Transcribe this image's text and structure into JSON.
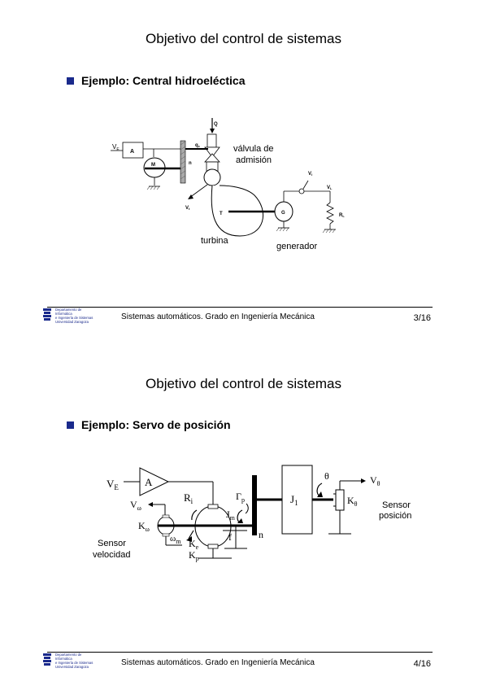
{
  "slides": [
    {
      "title": "Objetivo del control de sistemas",
      "bullet": "Ejemplo: Central hidroeléctica",
      "diagram": {
        "labels": {
          "ve": "V",
          "ve_sub": "E",
          "a": "A",
          "m": "M",
          "n": "n",
          "q": "Q",
          "qc": "q",
          "qc_sub": "c",
          "valve": "válvula de",
          "valve2": "admisión",
          "vt": "V",
          "vt_sub": "t",
          "t": "T",
          "g": "G",
          "vl": "V",
          "vl_sub": "L",
          "vi": "V",
          "vi_sub": "I",
          "rl": "R",
          "rl_sub": "L",
          "turbine": "turbina",
          "generator": "generador"
        }
      },
      "footer": "Sistemas automáticos. Grado en Ingeniería Mecánica",
      "page": "3/16"
    },
    {
      "title": "Objetivo del control de sistemas",
      "bullet": "Ejemplo: Servo de posición",
      "diagram": {
        "labels": {
          "ve": "V",
          "ve_sub": "E",
          "a": "A",
          "ri": "R",
          "ri_sub": "i",
          "vw": "V",
          "vw_sub": "ω",
          "kw": "K",
          "kw_sub": "ω",
          "wm": "ω",
          "wm_sub": "m",
          "ke": "K",
          "ke_sub": "e",
          "kp": "K",
          "kp_sub": "p",
          "jm": "J",
          "jm_sub": "m",
          "f": "f",
          "gp": "Γ",
          "gp_sub": "p",
          "n": "n",
          "j1": "J",
          "j1_sub": "1",
          "theta": "θ",
          "vth": "V",
          "vth_sub": "θ",
          "kth": "K",
          "kth_sub": "θ",
          "sensor_pos1": "Sensor",
          "sensor_pos2": "posición",
          "sensor_vel1": "Sensor",
          "sensor_vel2": "velocidad"
        }
      },
      "footer": "Sistemas automáticos. Grado en Ingeniería Mecánica",
      "page": "4/16"
    }
  ],
  "logo": {
    "line1": "Departamento de",
    "line2": "Informática",
    "line3": "e Ingeniería de Sistemas",
    "line4": "Universidad Zaragoza"
  },
  "colors": {
    "bullet": "#1a2a8c",
    "logo": "#1a2a8c"
  }
}
